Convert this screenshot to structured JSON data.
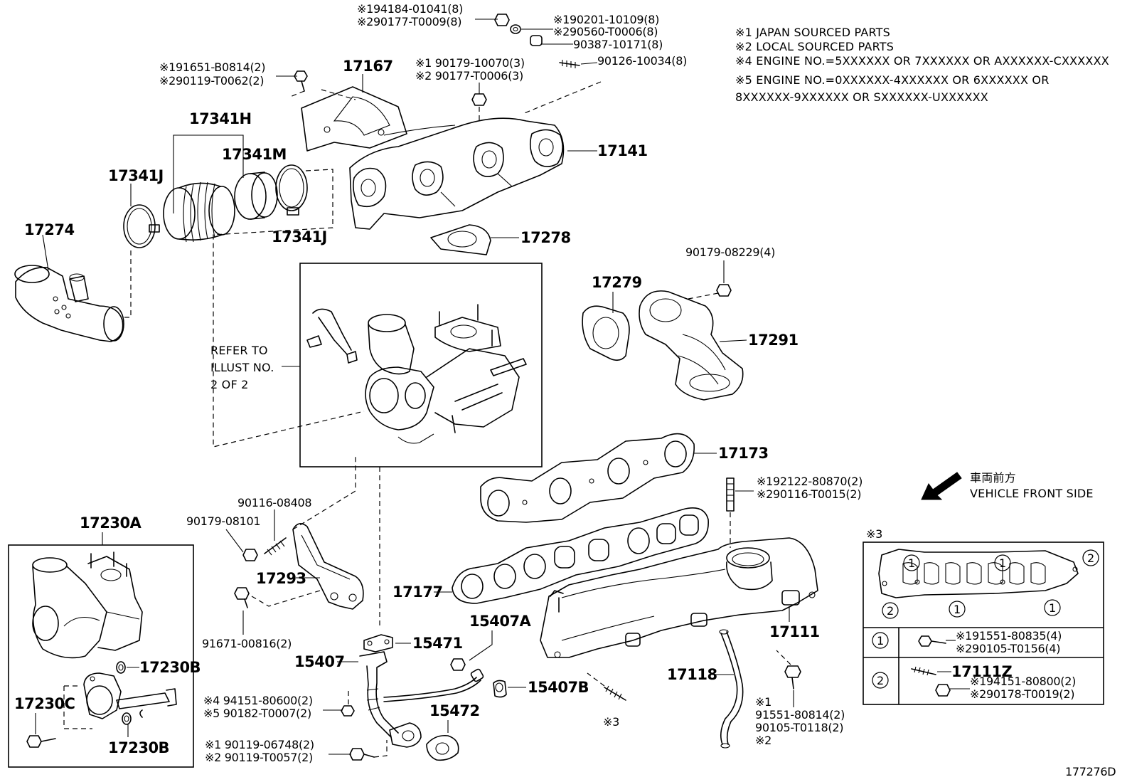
{
  "parts": {
    "p17167": "17167",
    "p17141": "17141",
    "p17278": "17278",
    "p17341H": "17341H",
    "p17341M": "17341M",
    "p17341J_a": "17341J",
    "p17341J_b": "17341J",
    "p17274": "17274",
    "p17279": "17279",
    "p17291": "17291",
    "p90179_08229": "90179-08229(4)",
    "p17173": "17173",
    "p17177": "17177",
    "p17111": "17111",
    "p17118": "17118",
    "p17293": "17293",
    "p90116_08408": "90116-08408",
    "p90179_08101": "90179-08101",
    "p91671_00816": "91671-00816(2)",
    "p17230A": "17230A",
    "p17230B_a": "17230B",
    "p17230B_b": "17230B",
    "p17230C": "17230C",
    "p15471": "15471",
    "p15407": "15407",
    "p15407A": "15407A",
    "p15407B": "15407B",
    "p15472": "15472",
    "top1": "※194184-01041(8)",
    "top2": "※290177-T0009(8)",
    "top3": "※190201-10109(8)",
    "top4": "※290560-T0006(8)",
    "top5": "90387-10171(8)",
    "top6": "90126-10034(8)",
    "hs1": "※191651-B0814(2)",
    "hs2": "※290119-T0062(2)",
    "mid1": "※1 90179-10070(3)",
    "mid2": "※2 90177-T0006(3)",
    "st1": "※192122-80870(2)",
    "st2": "※290116-T0015(2)",
    "eg1": "※4 94151-80600(2)",
    "eg2": "※5 90182-T0007(2)",
    "bt1": "※1 90119-06748(2)",
    "bt2": "※2 90119-T0057(2)",
    "mb_note1": "※1",
    "mb1": "91551-80814(2)",
    "mb2": "90105-T0118(2)",
    "mb_note2": "※2",
    "ref3": "※3"
  },
  "notes": {
    "n1": "※1 JAPAN SOURCED PARTS",
    "n2": "※2 LOCAL SOURCED PARTS",
    "n4": "※4 ENGINE NO.=5XXXXXX OR 7XXXXXX OR AXXXXXX-CXXXXXX",
    "n5a": "※5 ENGINE NO.=0XXXXXX-4XXXXXX OR 6XXXXXX OR",
    "n5b": "8XXXXXX-9XXXXXX OR SXXXXXX-UXXXXXX"
  },
  "refer": {
    "line1": "REFER TO",
    "line2": "ILLUST NO.",
    "line3": "2 OF 2"
  },
  "direction": {
    "jp": "車両前方",
    "en": "VEHICLE FRONT SIDE"
  },
  "inset": {
    "title": "※3",
    "c1": "1",
    "c2": "2",
    "row1_code": "1",
    "row1_a": "※191551-80835(4)",
    "row1_b": "※290105-T0156(4)",
    "row2_code": "2",
    "row2_part": "17111Z",
    "row2_a": "※194151-80800(2)",
    "row2_b": "※290178-T0019(2)"
  },
  "illustration_id": "177276D"
}
